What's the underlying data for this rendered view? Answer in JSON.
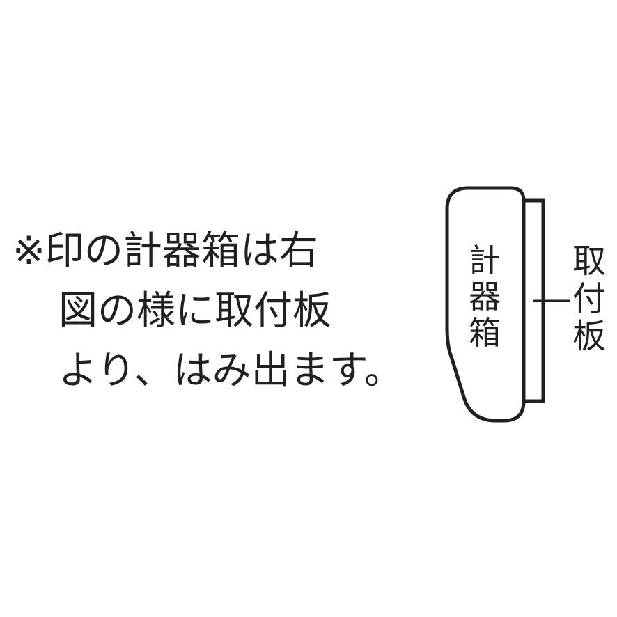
{
  "note": {
    "lines": [
      "※印の計器箱は右",
      "図の様に取付板",
      "より、はみ出ます。"
    ]
  },
  "diagram": {
    "box_label": [
      "計",
      "器",
      "箱"
    ],
    "plate_label": [
      "取",
      "付",
      "板"
    ]
  },
  "colors": {
    "ink": "#231f20",
    "background": "#ffffff"
  }
}
